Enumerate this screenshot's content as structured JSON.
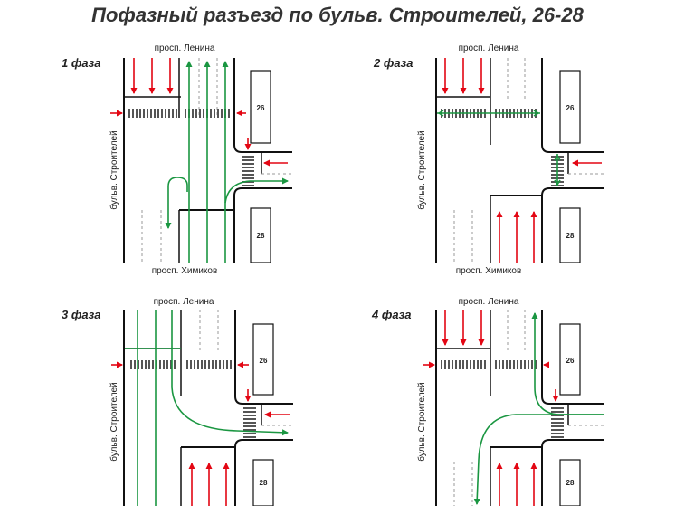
{
  "title": "Пофазный разъезд по бульв. Строителей, 26-28",
  "street_north": "просп. Ленина",
  "street_south": "просп. Химиков",
  "street_west": "бульв. Строителей",
  "building_north": "26",
  "building_south": "28",
  "phases": [
    {
      "label": "1 фаза"
    },
    {
      "label": "2 фаза"
    },
    {
      "label": "3 фаза"
    },
    {
      "label": "4 фаза"
    }
  ],
  "colors": {
    "stop": "#e30613",
    "go": "#1a9641",
    "road": "#111111",
    "crosswalk": "#555555"
  }
}
